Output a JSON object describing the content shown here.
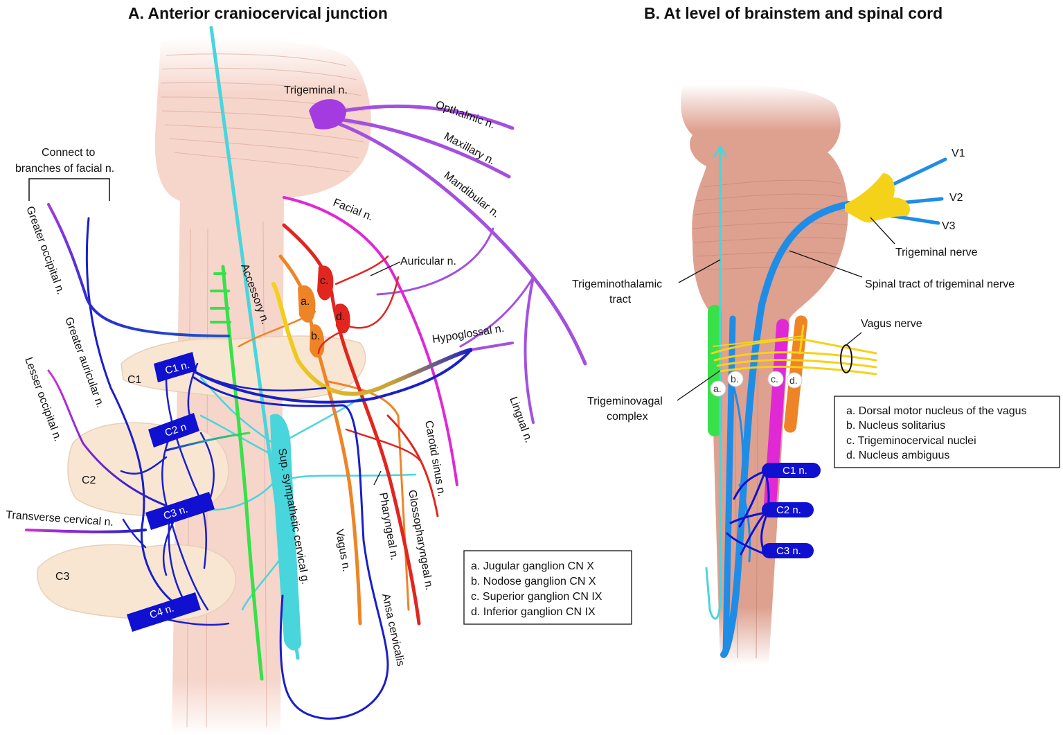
{
  "panel_a": {
    "title": "A.  Anterior craniocervical junction",
    "labels": {
      "trigeminal": "Trigeminal n.",
      "opthalmic": "Opthalmic n.",
      "maxillary": "Maxillary n.",
      "mandibular": "Mandibular n.",
      "connect_1": "Connect to",
      "connect_2": "branches of facial n.",
      "facial": "Facial n.",
      "auricular": "Auricular n.",
      "accessory": "Accessory n.",
      "greater_occipital": "Greater occipital n.",
      "greater_auricular": "Greater auricular n.",
      "lesser_occipital": "Lesser occipital n.",
      "hypoglossal": "Hypoglossal n.",
      "lingual": "Lingual n.",
      "transverse_cervical": "Transverse cervical n.",
      "carotid_sinus": "Carotid sinus n.",
      "glossopharyngeal": "Glossopharyngeal n.",
      "pharyngeal": "Pharyngeal n.",
      "vagus": "Vagus n.",
      "ansa": "Ansa cervicalis",
      "sympathetic": "Sup. sympathetic cervical g.",
      "vert_c1": "C1",
      "vert_c2": "C2",
      "vert_c3": "C3",
      "c1n": "C1 n.",
      "c2n": "C2 n",
      "c3n": "C3 n.",
      "c4n": "C4 n.",
      "ga": "a.",
      "gb": "b.",
      "gc": "c.",
      "gd": "d."
    },
    "key": [
      "a. Jugular ganglion CN X",
      "b. Nodose ganglion CN X",
      "c. Superior ganglion CN IX",
      "d. Inferior ganglion CN IX"
    ]
  },
  "panel_b": {
    "title": "B. At level of brainstem and spinal cord",
    "labels": {
      "v1": "V1",
      "v2": "V2",
      "v3": "V3",
      "trigeminal_nerve": "Trigeminal nerve",
      "spinal_tract": "Spinal tract of trigeminal nerve",
      "thalamic_1": "Trigeminothalamic",
      "thalamic_2": "tract",
      "vagus_nerve": "Vagus nerve",
      "vagal_1": "Trigeminovagal",
      "vagal_2": "complex",
      "ca": "a.",
      "cb": "b.",
      "cc": "c.",
      "cd": "d.",
      "c1n": "C1 n.",
      "c2n": "C2 n.",
      "c3n": "C3 n."
    },
    "key": [
      "a. Dorsal motor nucleus of the vagus",
      "b. Nucleus solitarius",
      "c. Trigeminocervical nuclei",
      "d. Nucleus ambiguus"
    ]
  },
  "colors": {
    "tissue": "#f6d5cb",
    "bone": "#f8e6d3",
    "cord_b": "#dea08f",
    "nerve_blue": "#1a1fc8",
    "label_blue": "#1010d0",
    "cyan": "#49d5dc",
    "green": "#38e04a",
    "red": "#e0261f",
    "orange": "#ee8426",
    "magenta": "#e028d4",
    "purple": "#a350e0",
    "yellow": "#f5d21a",
    "sky": "#1f8de6"
  }
}
